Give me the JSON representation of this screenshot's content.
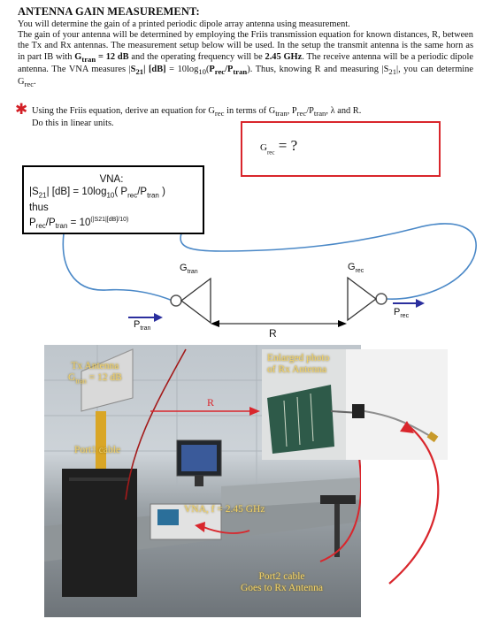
{
  "title": "ANTENNA GAIN MEASUREMENT:",
  "intro": [
    "You will determine the gain of a printed periodic dipole array antenna using measurement.",
    "The gain of your antenna will be determined by employing the Friis transmission equation for known distances, R, between the Tx and Rx antennas.  The measurement setup below will be used.  In the setup the transmit antenna is the same horn as in part IB with ",
    "G",
    "tran",
    " = 12 dB",
    " and the operating frequency will be ",
    "2.45 GHz",
    ". The receive antenna will be a periodic dipole antenna. The VNA measures |",
    "S",
    "21",
    "| [dB]",
    " = 10log",
    "10",
    "(",
    "P",
    "rec",
    "/P",
    "tran",
    "). Thus, knowing R and measuring |S",
    "21",
    "|, you can determine G",
    "rec",
    "."
  ],
  "task": {
    "line1_a": "Using the Friis equation, derive an equation for G",
    "line1_sub1": "rec",
    "line1_b": " in terms of G",
    "line1_sub2": "tran",
    "line1_c": ", P",
    "line1_sub3": "rec",
    "line1_d": "/P",
    "line1_sub4": "tran",
    "line1_e": ", λ and R.",
    "line2": "Do this in linear units."
  },
  "answer_box": {
    "g": "G",
    "sub": "rec",
    "eq": " = ?"
  },
  "vna_box": {
    "heading": "VNA:",
    "line1_a": "|S",
    "line1_sub": "21",
    "line1_b": "| [dB] = 10log",
    "line1_sub2": "10",
    "line1_c": "( P",
    "line1_sub3": "rec",
    "line1_d": "/P",
    "line1_sub4": "tran",
    "line1_e": " )",
    "line2": "thus",
    "line3_a": "P",
    "line3_sub1": "rec",
    "line3_b": "/P",
    "line3_sub2": "tran",
    "line3_c": " = 10",
    "line3_sup": "(|S21|[dB]/10)"
  },
  "diagram": {
    "gtran": "G",
    "gtran_sub": "tran",
    "grec": "G",
    "grec_sub": "rec",
    "ptran": "P",
    "ptran_sub": "tran",
    "prec": "P",
    "prec_sub": "rec",
    "r": "R"
  },
  "photo": {
    "tx_antenna_1": "Tx Antenna",
    "tx_antenna_2": "G",
    "tx_antenna_sub": "tran",
    "tx_antenna_3": " = 12 dB",
    "r_label": "R",
    "enlarged_1": "Enlarged photo",
    "enlarged_2": "of Rx Antenna",
    "port1": "Port1 cable",
    "vna": "VNA, f = 2.45 GHz",
    "port2_1": "Port2 cable",
    "port2_2": "Goes to Rx Antenna"
  },
  "colors": {
    "red": "#d9262c",
    "blue_arrow": "#2b2f9e",
    "cable": "#4a88c7",
    "overlay_text": "#f3d26a"
  }
}
